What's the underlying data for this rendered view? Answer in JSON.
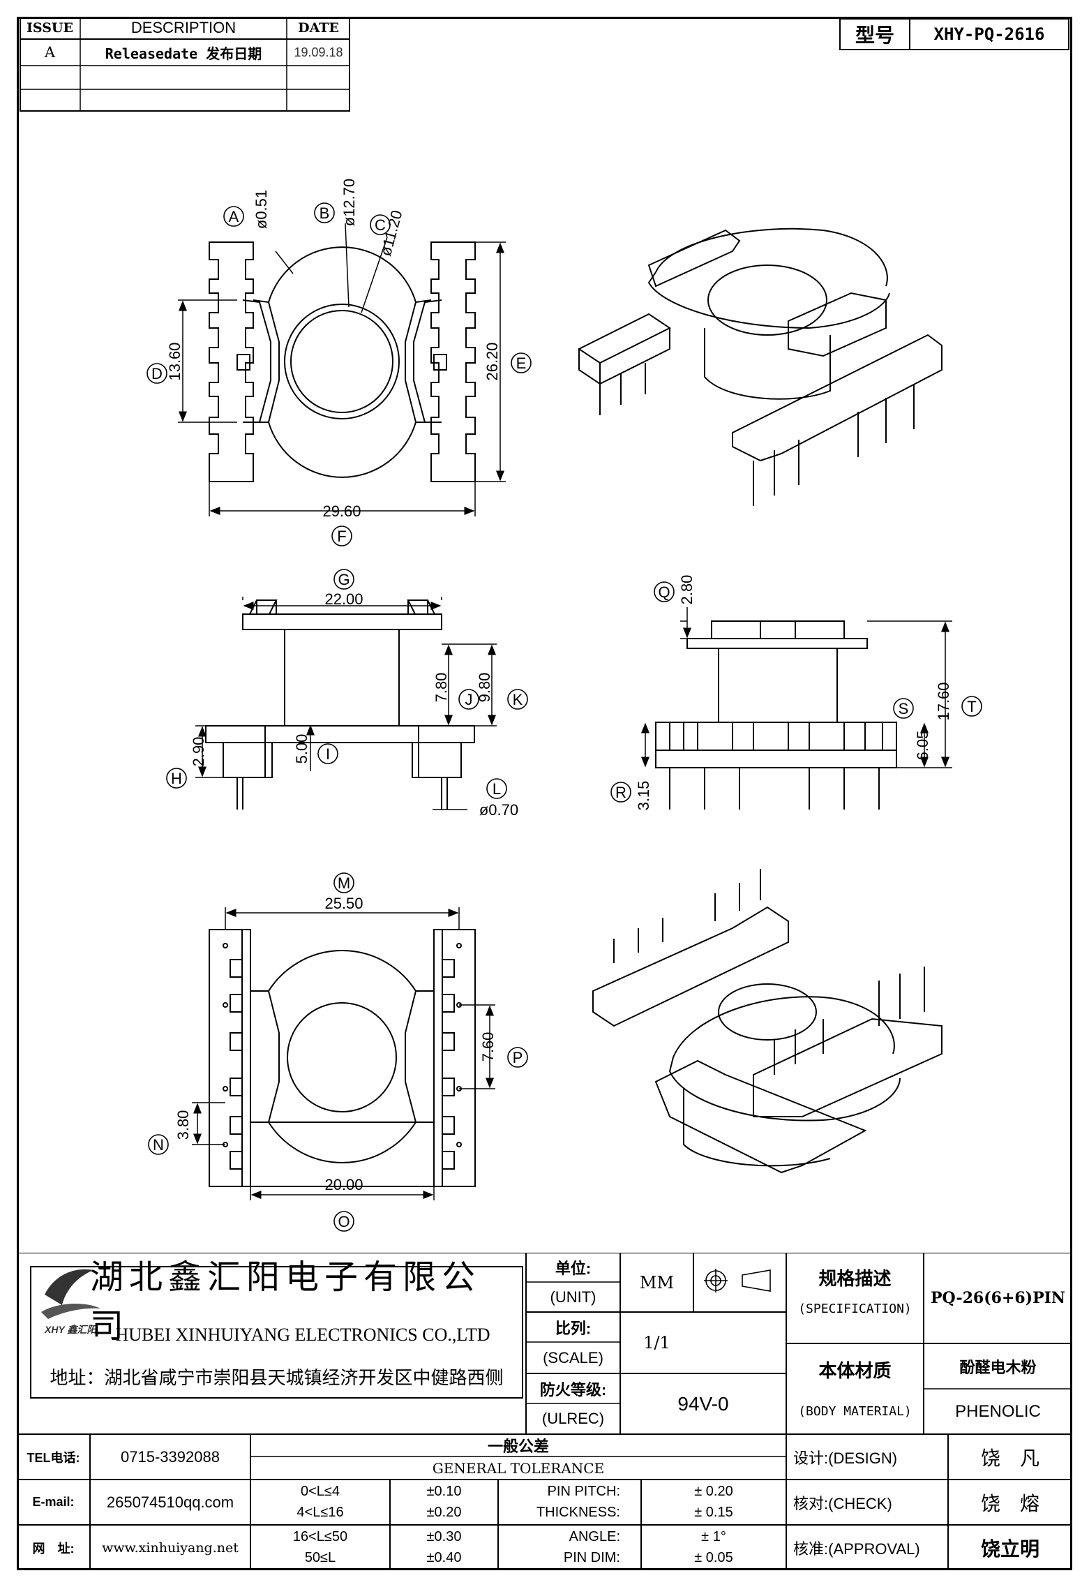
{
  "revision": {
    "headers": {
      "issue": "ISSUE",
      "description": "DESCRIPTION",
      "date": "DATE"
    },
    "rows": [
      {
        "issue": "A",
        "description": "Releasedate 发布日期",
        "date": "19.09.18"
      },
      {
        "issue": "",
        "description": "",
        "date": ""
      },
      {
        "issue": "",
        "description": "",
        "date": ""
      }
    ]
  },
  "model": {
    "label": "型号",
    "value": "XHY-PQ-2616"
  },
  "dims": {
    "A": "A",
    "A_val": "ø0.51",
    "B": "B",
    "B_val": "ø12.70",
    "C": "C",
    "C_val": "ø11.20",
    "D": "D",
    "D_val": "13.60",
    "E": "E",
    "E_val": "26.20",
    "F": "F",
    "F_val": "29.60",
    "G": "G",
    "G_val": "22.00",
    "H": "H",
    "H_val": "2.90",
    "I": "I",
    "I_val": "5.00",
    "J": "J",
    "J_val": "7.80",
    "K": "K",
    "K_val": "9.80",
    "L": "L",
    "L_val": "ø0.70",
    "Q": "Q",
    "Q_val": "2.80",
    "R": "R",
    "R_val": "3.15",
    "S": "S",
    "S_val": "6.05",
    "T": "T",
    "T_val": "17.60",
    "M": "M",
    "M_val": "25.50",
    "N": "N",
    "N_val": "3.80",
    "O": "O",
    "O_val": "20.00",
    "P": "P",
    "P_val": "7.60"
  },
  "company": {
    "name_cn": "湖北鑫汇阳电子有限公司",
    "name_en": "HUBEI XINHUIYANG ELECTRONICS CO.,LTD",
    "address": "地址：湖北省咸宁市崇阳县天城镇经济开发区中健路西侧",
    "logo_text": "XHY 鑫汇阳"
  },
  "titleblock": {
    "unit_cn": "单位:",
    "unit_en": "(UNIT)",
    "unit_val": "MM",
    "scale_cn": "比列:",
    "scale_en": "(SCALE)",
    "scale_val": "1/1",
    "ul_cn": "防火等级:",
    "ul_en": "(ULREC)",
    "ul_val": "94V-0",
    "spec_cn": "规格描述",
    "spec_en": "(SPECIFICATION)",
    "spec_val": "PQ-26(6+6)PIN",
    "mat_cn": "本体材质",
    "mat_en": "(BODY MATERIAL)",
    "mat_cn_val": "酚醛电木粉",
    "mat_en_val": "PHENOLIC"
  },
  "contact": {
    "tel_label": "TEL电话:",
    "tel": "0715-3392088",
    "email_label": "E-mail:",
    "email": "265074510qq.com",
    "web_label": "网　址:",
    "web": "www.xinhuiyang.net"
  },
  "tolerance": {
    "title_cn": "一般公差",
    "title_en": "GENERAL TOLERANCE",
    "rows": [
      {
        "range": "0<L≤4",
        "tol": "±0.10",
        "item": "PIN PITCH:",
        "val": "±  0.20"
      },
      {
        "range": "4<L≤16",
        "tol": "±0.20",
        "item": "THICKNESS:",
        "val": "±  0.15"
      },
      {
        "range": "16<L≤50",
        "tol": "±0.30",
        "item": "ANGLE:",
        "val": "±  1°"
      },
      {
        "range": "50≤L",
        "tol": "±0.40",
        "item": "PIN DIM:",
        "val": "±  0.05"
      }
    ]
  },
  "signoff": {
    "design_label": "设计:(DESIGN)",
    "design": "饶　凡",
    "check_label": "核对:(CHECK)",
    "check": "饶　熔",
    "approval_label": "核准:(APPROVAL)",
    "approval": "饶立明"
  }
}
